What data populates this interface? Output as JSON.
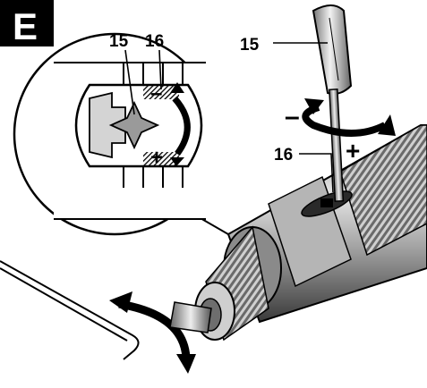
{
  "figure": {
    "badge_letter": "E",
    "callouts": {
      "screwdriver": "15",
      "slot": "16",
      "inset_screw": "15",
      "inset_slot": "16"
    },
    "symbols": {
      "minus": "–",
      "plus": "+",
      "inset_minus": "–",
      "inset_plus": "+"
    }
  },
  "colors": {
    "ink": "#000000",
    "paper": "#ffffff",
    "metal_light": "#d9d9d9",
    "metal_mid": "#9a9a9a",
    "metal_dark": "#3a3a3a"
  }
}
